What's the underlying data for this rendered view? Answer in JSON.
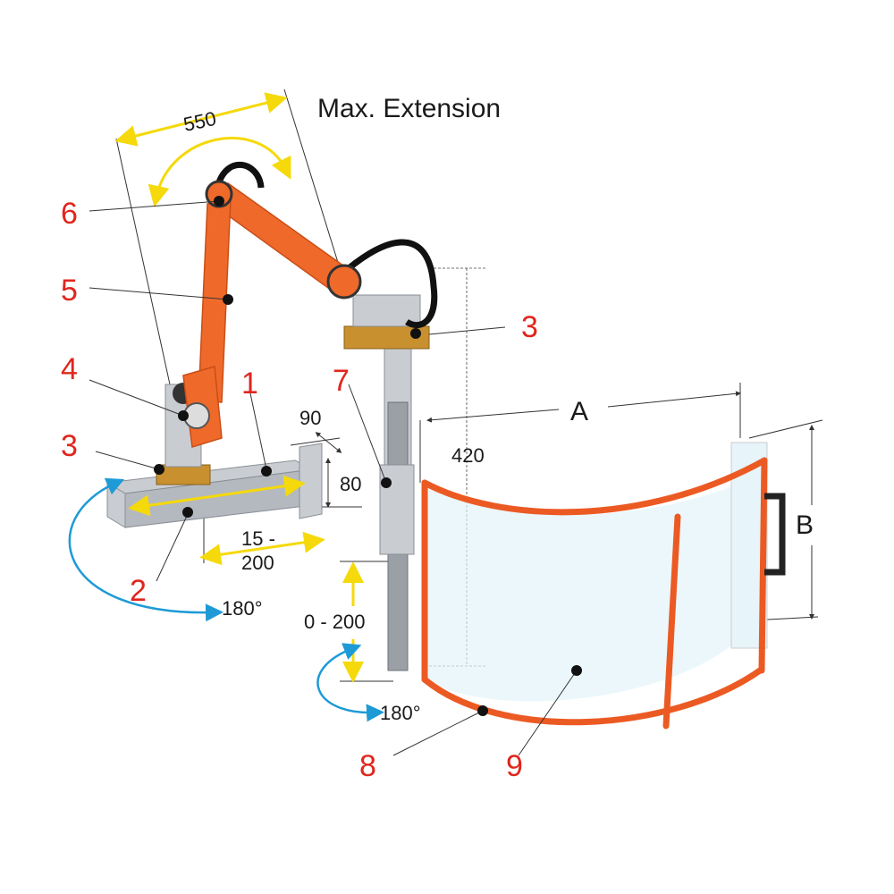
{
  "title": "Max. Extension",
  "dimensions": {
    "arm_reach": "550",
    "bracket_width": "90",
    "bracket_height": "80",
    "slide_range_line1": "15 -",
    "slide_range_line2": "200",
    "column_height": "420",
    "height_adjust": "0 - 200",
    "rotation_base": "180°",
    "rotation_column": "180°",
    "guard_width": "A",
    "guard_height": "B"
  },
  "callouts": [
    "1",
    "2",
    "3",
    "3",
    "4",
    "5",
    "6",
    "7",
    "8",
    "9"
  ],
  "colors": {
    "callout": "#e0261e",
    "arm": "#ef6a2a",
    "arrow_yellow": "#f5d90a",
    "arrow_blue": "#1e9ad6"
  }
}
